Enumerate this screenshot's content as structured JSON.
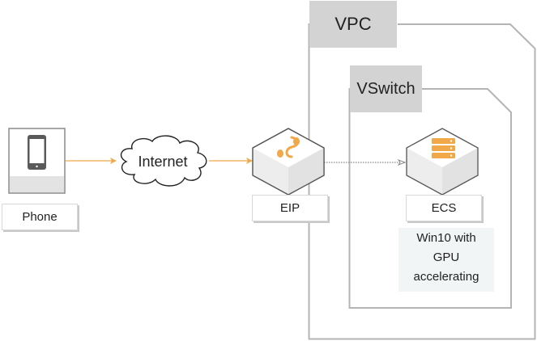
{
  "containers": {
    "vpc": {
      "label": "VPC"
    },
    "vswitch": {
      "label": "VSwitch"
    }
  },
  "nodes": {
    "phone": {
      "label": "Phone",
      "icon": "smartphone-icon"
    },
    "internet": {
      "label": "Internet",
      "icon": "cloud-icon"
    },
    "eip": {
      "label": "EIP",
      "icon": "elastic-ip-icon"
    },
    "ecs": {
      "label": "ECS",
      "icon": "server-icon"
    }
  },
  "note": {
    "lines": [
      "Win10 with",
      "GPU",
      "accelerating"
    ]
  },
  "edges": [
    {
      "from": "phone",
      "to": "internet",
      "style": "solid"
    },
    {
      "from": "internet",
      "to": "eip",
      "style": "solid"
    },
    {
      "from": "eip",
      "to": "ecs",
      "style": "dotted"
    }
  ],
  "colors": {
    "accent": "#f0a848",
    "container_border": "#b4b4b4",
    "header_fill": "#d3d3d3",
    "note_fill": "#f2f5f5"
  }
}
